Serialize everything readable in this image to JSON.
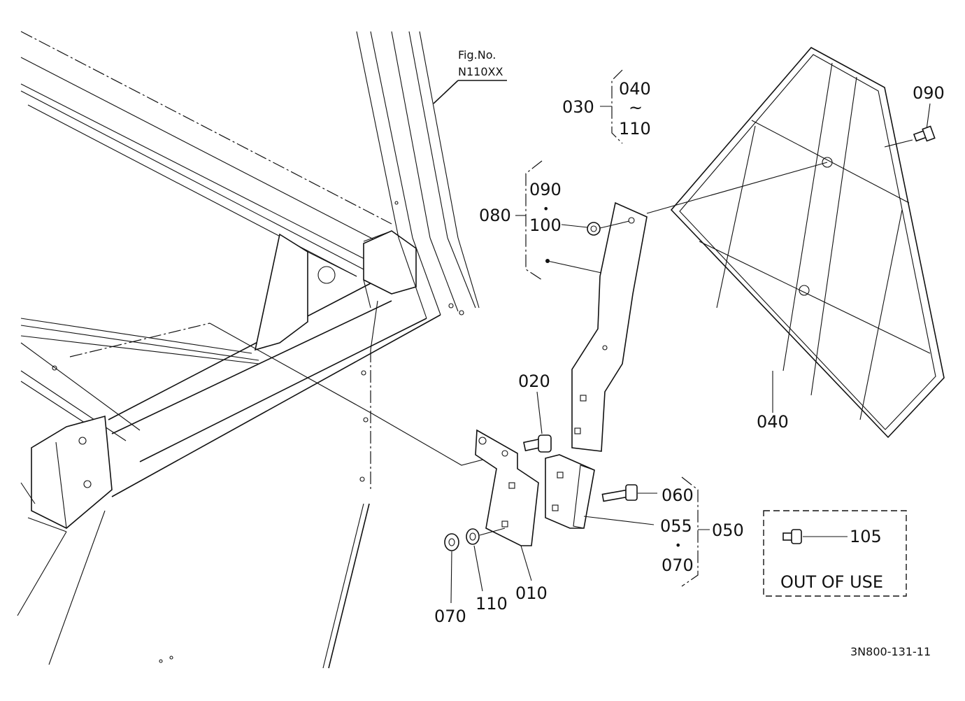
{
  "figure": {
    "fig_label": "Fig.No.",
    "fig_code": "N110XX",
    "drawing_id": "3N800-131-11"
  },
  "callouts": {
    "c030": "030",
    "c040_top": "040",
    "tilde": "~",
    "c110_top": "110",
    "c090_right": "090",
    "c080": "080",
    "c090_mid": "090",
    "dot": "•",
    "c100": "100",
    "c020": "020",
    "c040": "040",
    "c060": "060",
    "c055": "055",
    "c050": "050",
    "c070_right": "070",
    "c070_bottom": "070",
    "c110_bottom": "110",
    "c010": "010",
    "c105": "105",
    "out_of_use": "OUT OF USE"
  }
}
